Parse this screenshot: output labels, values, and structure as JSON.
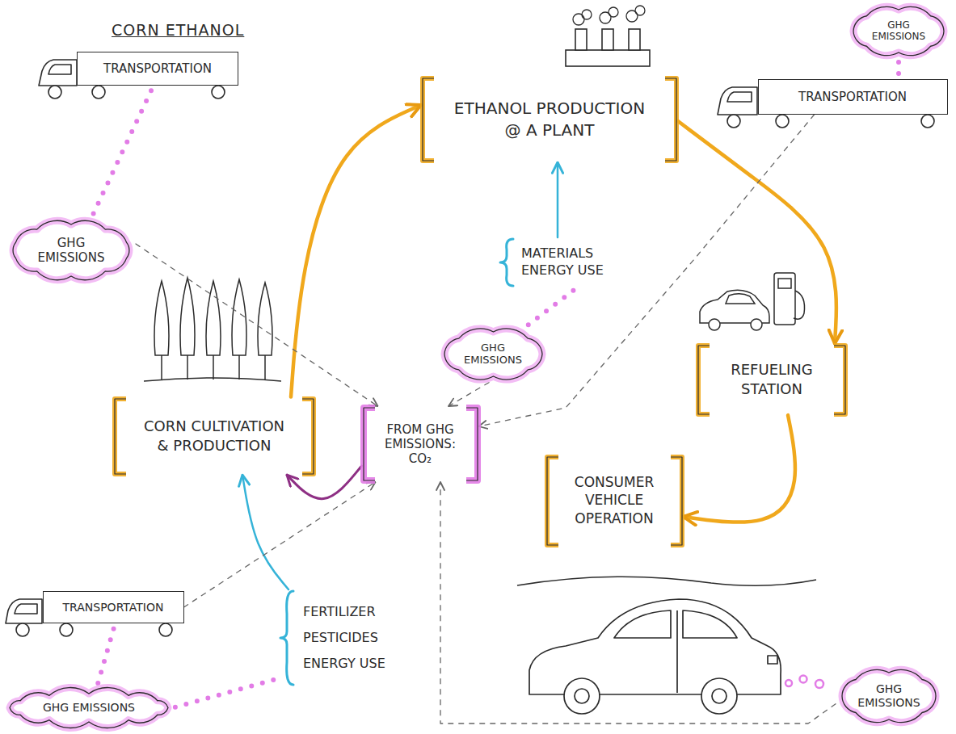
{
  "diagram": {
    "title": "CORN ETHANOL",
    "nodes": [
      {
        "text": [
          "TRANSPORTATION"
        ]
      },
      {
        "text": [
          "ETHANOL PRODUCTION @ A PLANT"
        ]
      },
      {
        "text": [
          "TRANSPORTATION"
        ]
      },
      {
        "text": [
          "GHG EMISSIONS"
        ]
      },
      {
        "text": [
          "GHG EMISSIONS"
        ]
      },
      {
        "text": [
          "MATERIALS ENERGY USE"
        ]
      },
      {
        "text": [
          "GHG EMISSIONS"
        ]
      },
      {
        "text": [
          "REFUELING STATION"
        ]
      },
      {
        "text": [
          "CORN CULTIVATION & PRODUCTION"
        ]
      },
      {
        "text": [
          "FROM GHG EMISSIONS: CO₂"
        ]
      },
      {
        "text": [
          "CONSUMER VEHICLE OPERATION"
        ]
      },
      {
        "text": [
          "TRANSPORTATION"
        ]
      },
      {
        "text": [
          "FERTILIZER PESTICIDES ENERGY USE"
        ]
      },
      {
        "text": [
          "GHG EMISSIONS"
        ]
      },
      {
        "text": [
          "GHG EMISSIONS"
        ]
      }
    ],
    "edges": [
      {
        "from": 8,
        "to": 1,
        "arrow": "to"
      },
      {
        "from": 1,
        "to": 7,
        "arrow": "to"
      },
      {
        "from": 7,
        "to": 10,
        "arrow": "to"
      },
      {
        "from": 5,
        "to": 1,
        "arrow": "to"
      },
      {
        "from": 12,
        "to": 8,
        "arrow": "to"
      },
      {
        "from": 9,
        "to": 8,
        "arrow": "to"
      },
      {
        "from": 0,
        "to": 4,
        "arrow": "none"
      },
      {
        "from": 2,
        "to": 3,
        "arrow": "none"
      },
      {
        "from": 11,
        "to": 13,
        "arrow": "none"
      },
      {
        "from": 12,
        "to": 13,
        "arrow": "none"
      },
      {
        "from": 5,
        "to": 6,
        "arrow": "none"
      },
      {
        "from": 4,
        "to": 9,
        "arrow": "to"
      },
      {
        "from": 6,
        "to": 9,
        "arrow": "to"
      },
      {
        "from": 2,
        "to": 9,
        "arrow": "to"
      },
      {
        "from": 14,
        "to": 9,
        "arrow": "to"
      },
      {
        "from": 11,
        "to": 9,
        "arrow": "to"
      }
    ]
  }
}
